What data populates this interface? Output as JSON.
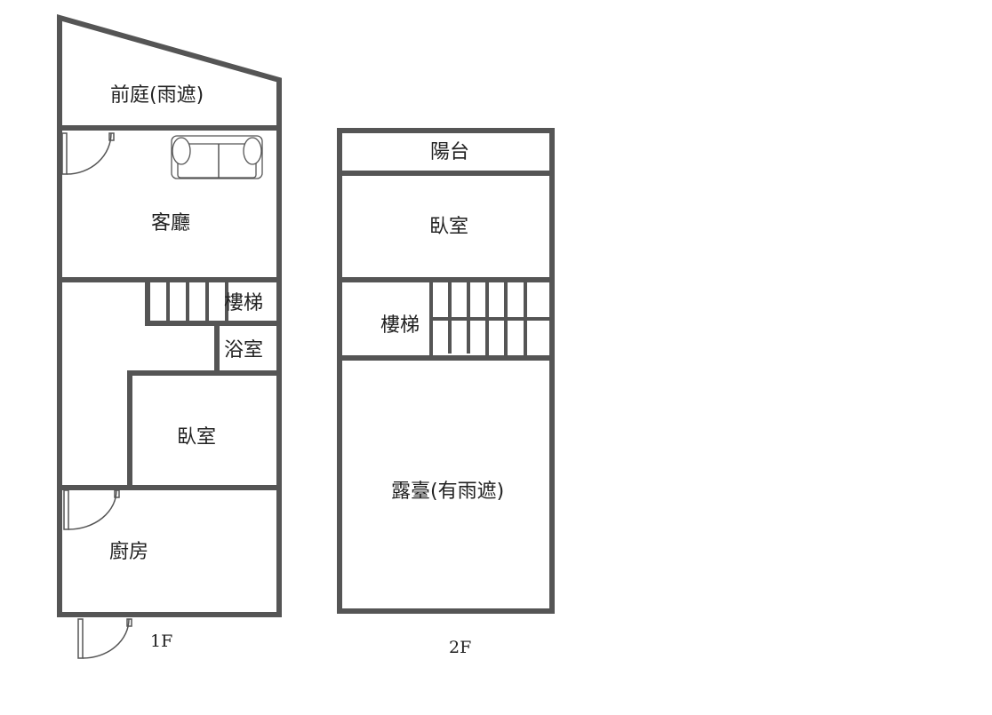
{
  "floor1": {
    "label": "1F",
    "rooms": {
      "front_yard": "前庭(雨遮)",
      "living_room": "客廳",
      "stairs": "樓梯",
      "bathroom": "浴室",
      "bedroom": "臥室",
      "kitchen": "廚房"
    }
  },
  "floor2": {
    "label": "2F",
    "rooms": {
      "balcony": "陽台",
      "bedroom": "臥室",
      "stairs": "樓梯",
      "terrace": "露臺(有雨遮)"
    }
  }
}
